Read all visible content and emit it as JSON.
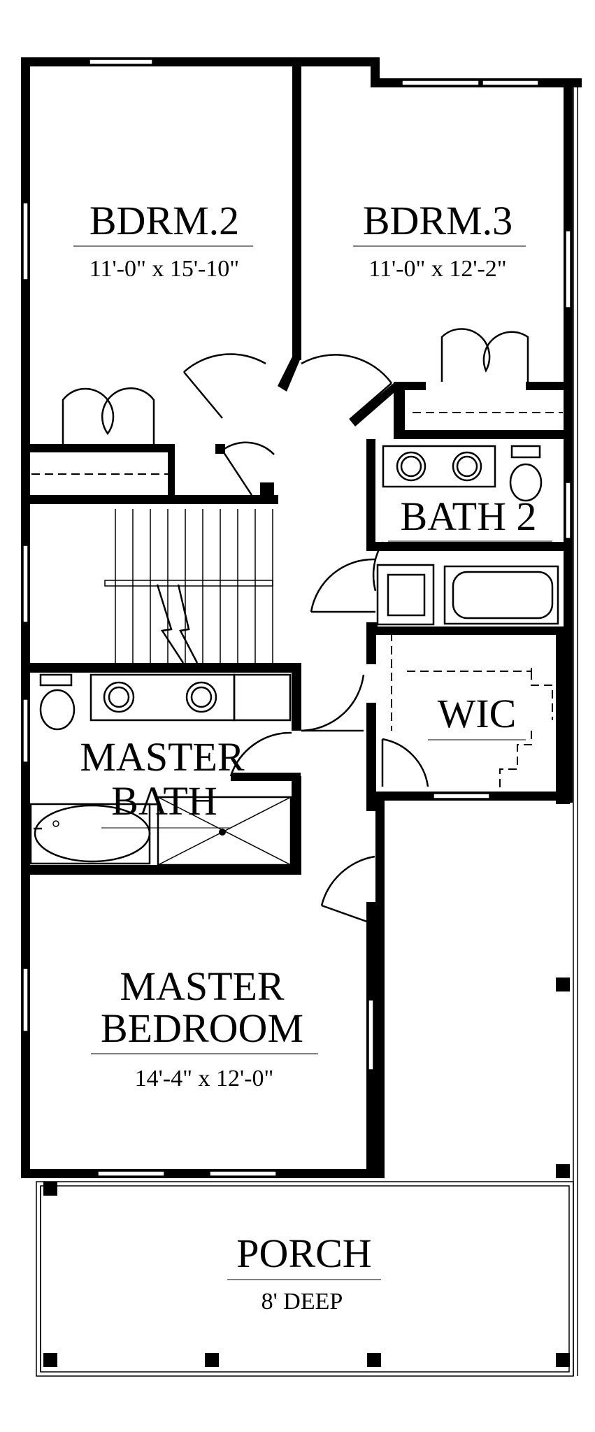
{
  "rooms": {
    "bdrm2": {
      "name": "BDRM.2",
      "size": "11'-0\" x 15'-10\""
    },
    "bdrm3": {
      "name": "BDRM.3",
      "size": "11'-0\" x 12'-2\""
    },
    "bath2": {
      "name": "BATH 2"
    },
    "wic": {
      "name": "WIC"
    },
    "master_bath": {
      "line1": "MASTER",
      "line2": "BATH"
    },
    "master_bedroom": {
      "line1": "MASTER",
      "line2": "BEDROOM",
      "size": "14'-4\" x 12'-0\""
    },
    "porch": {
      "name": "PORCH",
      "depth": "8' DEEP"
    }
  },
  "colors": {
    "ink": "#000000",
    "paper": "#ffffff"
  }
}
